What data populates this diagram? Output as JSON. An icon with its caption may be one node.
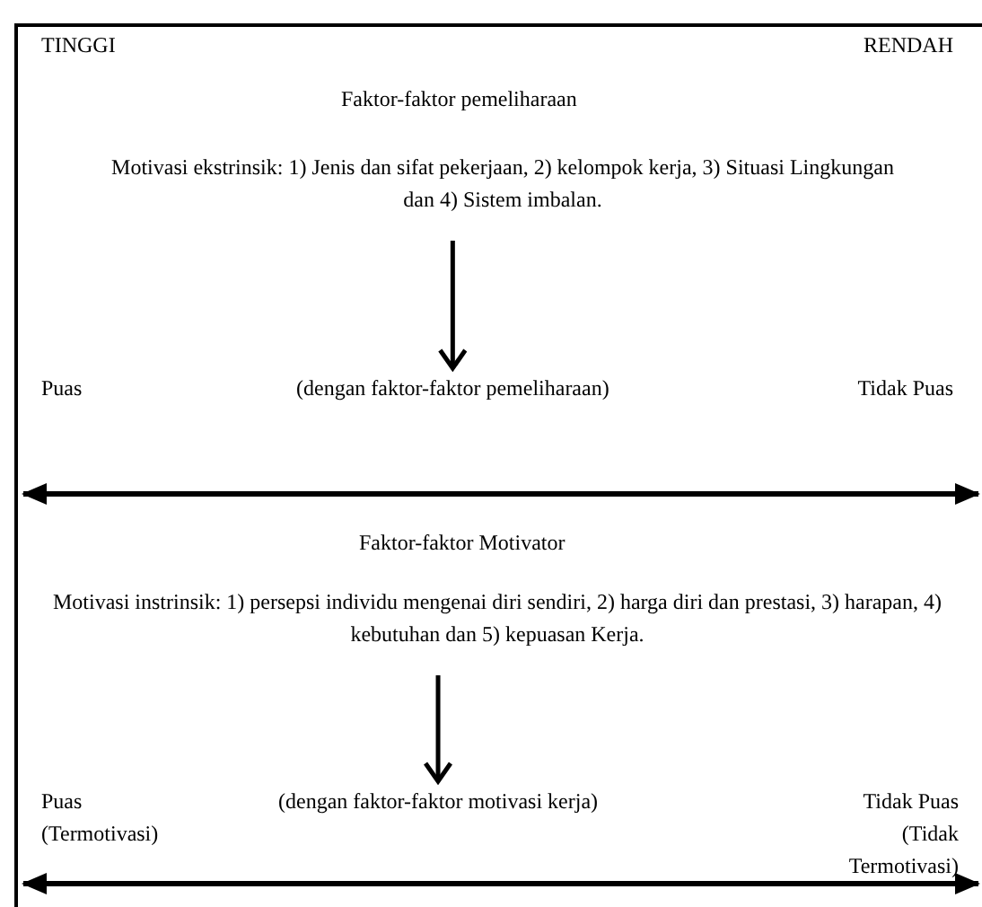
{
  "diagram": {
    "nodes": [
      {
        "text": [
          "Motivasi ekstrinsik:  1) Jenis dan sifat pekerjaan, 2) kelompok kerja, 3) Situasi Lingkungan dan 4) Sistem imbalan."
        ]
      },
      {
        "text": [
          "(dengan faktor-faktor pemeliharaan)"
        ]
      },
      {
        "text": [
          "Motivasi instrinsik: 1) persepsi individu mengenai diri sendiri, 2) harga diri dan prestasi, 3) harapan, 4) kebutuhan dan 5) kepuasan Kerja."
        ]
      },
      {
        "text": [
          "(dengan faktor-faktor motivasi kerja)"
        ]
      }
    ],
    "edges": [
      {
        "from": 0,
        "to": 1,
        "arrow": "to"
      },
      {
        "from": 2,
        "to": 3,
        "arrow": "to"
      }
    ],
    "labels": [
      "TINGGI",
      "RENDAH",
      "Faktor-faktor pemeliharaan",
      "Puas",
      "Tidak Puas",
      "Faktor-faktor Motivator",
      "Puas (Termotivasi)",
      "Tidak Puas (Tidak Termotivasi)"
    ]
  }
}
